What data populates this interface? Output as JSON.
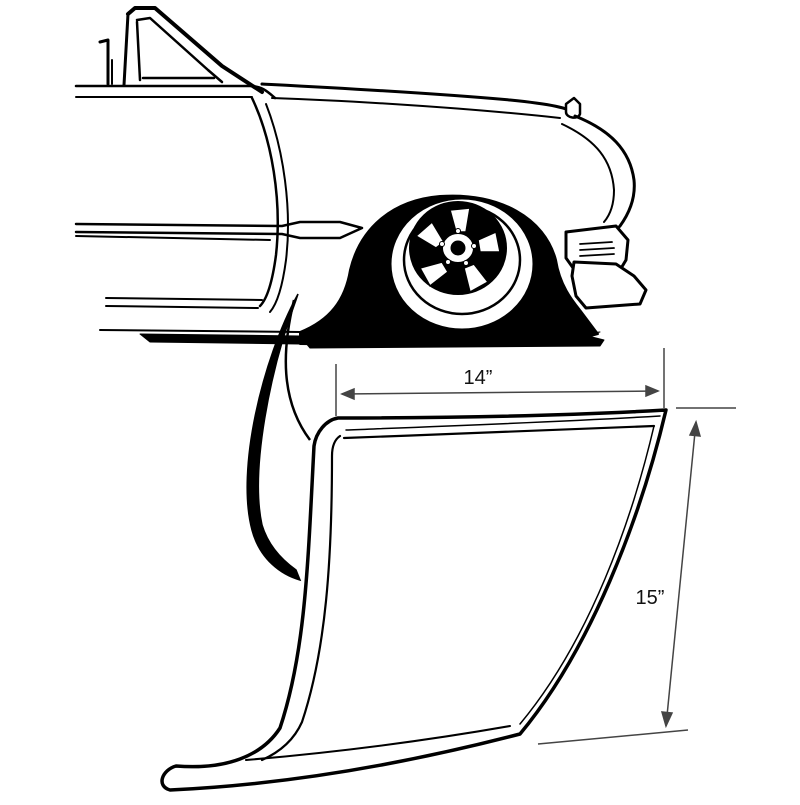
{
  "illustration": {
    "subject": "car-front-fender-with-lower-patch-panel",
    "colors": {
      "line": "#000000",
      "background": "#ffffff",
      "dimension": "#444444"
    }
  },
  "dimensions": {
    "width_label": "14”",
    "height_label": "15”"
  }
}
